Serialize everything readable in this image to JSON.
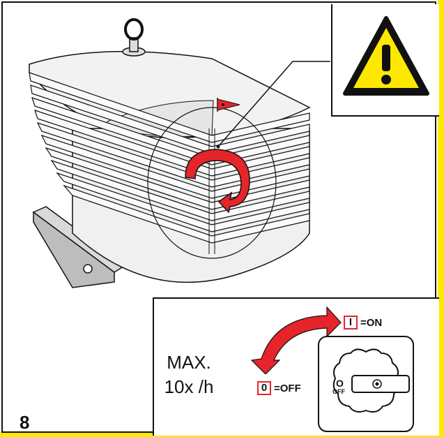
{
  "colors": {
    "stripe": "#ffe800",
    "warning_yellow": "#ffe800",
    "arrow_red": "#e5252a",
    "line": "#111111"
  },
  "icons": [
    "warning-triangle-icon",
    "rotation-arrow-icon",
    "direction-flag-icon",
    "switch-turn-arrow-icon"
  ],
  "max_starts": {
    "line1": "MAX.",
    "line2": "10x /h"
  },
  "figure_number": "8",
  "switch": {
    "on_symbol": "I",
    "on_label": "=ON",
    "off_symbol": "0",
    "off_label": "=OFF",
    "dial_zero": "O",
    "dial_off": "OFF"
  }
}
